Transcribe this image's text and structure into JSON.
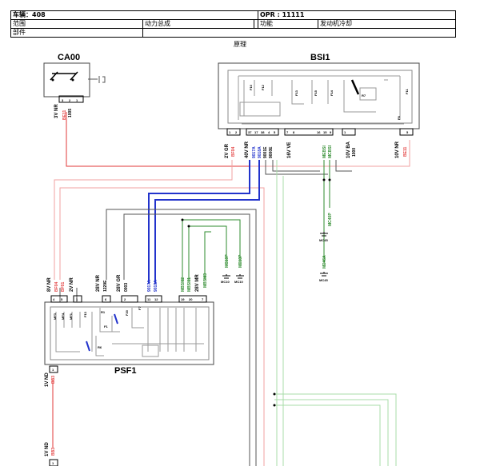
{
  "header": {
    "row1": {
      "vehicle": "车辆：408",
      "opr": "OPR : 11111"
    },
    "row2": {
      "scope_label": "范围",
      "scope_value": "动力总成",
      "function_label": "功能",
      "function_value": "发动机冷却"
    },
    "row3": {
      "part_label": "部件"
    }
  },
  "diagram_title": "原理",
  "components": {
    "ca00": "CA00",
    "bsi1": "BSI1",
    "psf1": "PSF1",
    "mc45": "MC45",
    "mc10": "MC10",
    "mc10b": "MC10"
  },
  "bsi_fuses": {
    "f10": "F10",
    "f12": "F12",
    "f13": "F13",
    "f15": "F15",
    "f14": "F14",
    "r7": "R7",
    "f11": "F11",
    "f8": "F8"
  },
  "psf_fuses": {
    "mf3": "MF3",
    "mf4": "MF4",
    "mf1": "MF1",
    "f13": "F13",
    "f20": "F20",
    "r1": "R1",
    "r6": "R6",
    "f1": "F1",
    "f7": "F7"
  },
  "connectors": {
    "ca00_conn": "3V NR",
    "bsi_2vgr": "2V GR",
    "bsi_40vnr": "40V NR",
    "bsi_16vve": "16V VE",
    "bsi_10vba": "10V BA",
    "bsi_10vnr": "10V NR",
    "psf_8vnr": "8V NR",
    "psf_2vnr": "2V NR",
    "psf_28vnr": "28V NR",
    "psf_28vgr": "28V GR",
    "psf_28vmr": "28V MR",
    "gnd_1vnd": "1V ND",
    "gnd_1vnd_b": "1V ND"
  },
  "wires": {
    "be11": "BE11",
    "w1005": "1005",
    "bf04": "BF04",
    "w9017a": "9017A",
    "w9018a": "9018A",
    "w9001e": "9001E",
    "w9000e": "9000E",
    "mebsi": "MEBSI",
    "mcbsi": "MCBSI",
    "w1000": "1000",
    "be11b": "BE11",
    "mc40p": "MC40P",
    "me46a": "ME46A",
    "bf04b": "BF04",
    "bf01": "BF01",
    "w1229e": "1229E",
    "w0003": "0003",
    "w9017a_b": "9017A",
    "w9018a_b": "9018A",
    "mbsm2": "MBSM2",
    "mbsm1": "MBSM1",
    "mbsm3": "MBSM3",
    "mc10p": "MC10P",
    "me10p": "ME10P",
    "bb3": "BB3",
    "bb3b": "BB3"
  },
  "pins": {
    "ca_3": "3",
    "ca_2": "2",
    "ca_1": "1",
    "bsi_a1": "1",
    "bsi_a2": "2",
    "bsi_b37": "37",
    "bsi_b17": "17",
    "bsi_b38": "38",
    "bsi_b4": "4",
    "bsi_b5": "5",
    "bsi_c7": "7",
    "bsi_c8": "8",
    "bsi_d16": "16",
    "bsi_d15": "15",
    "bsi_d9": "9",
    "bsi_e1": "1",
    "bsi_e5": "5",
    "psf_a4": "4",
    "psf_a5": "5",
    "psf_b1": "1",
    "psf_c6": "6",
    "psf_c2": "2",
    "psf_d11": "11",
    "psf_d12": "12",
    "psf_d19": "19",
    "psf_d20": "20",
    "psf_d7": "7",
    "gnd_1": "1",
    "gnd_1b": "1"
  },
  "colors": {
    "red": "#e23a3a",
    "blue": "#2233cc",
    "green": "#2e8b2e",
    "light_red": "#f2a0a0",
    "light_green": "#a8dca8",
    "grey": "#9a9a9a"
  }
}
